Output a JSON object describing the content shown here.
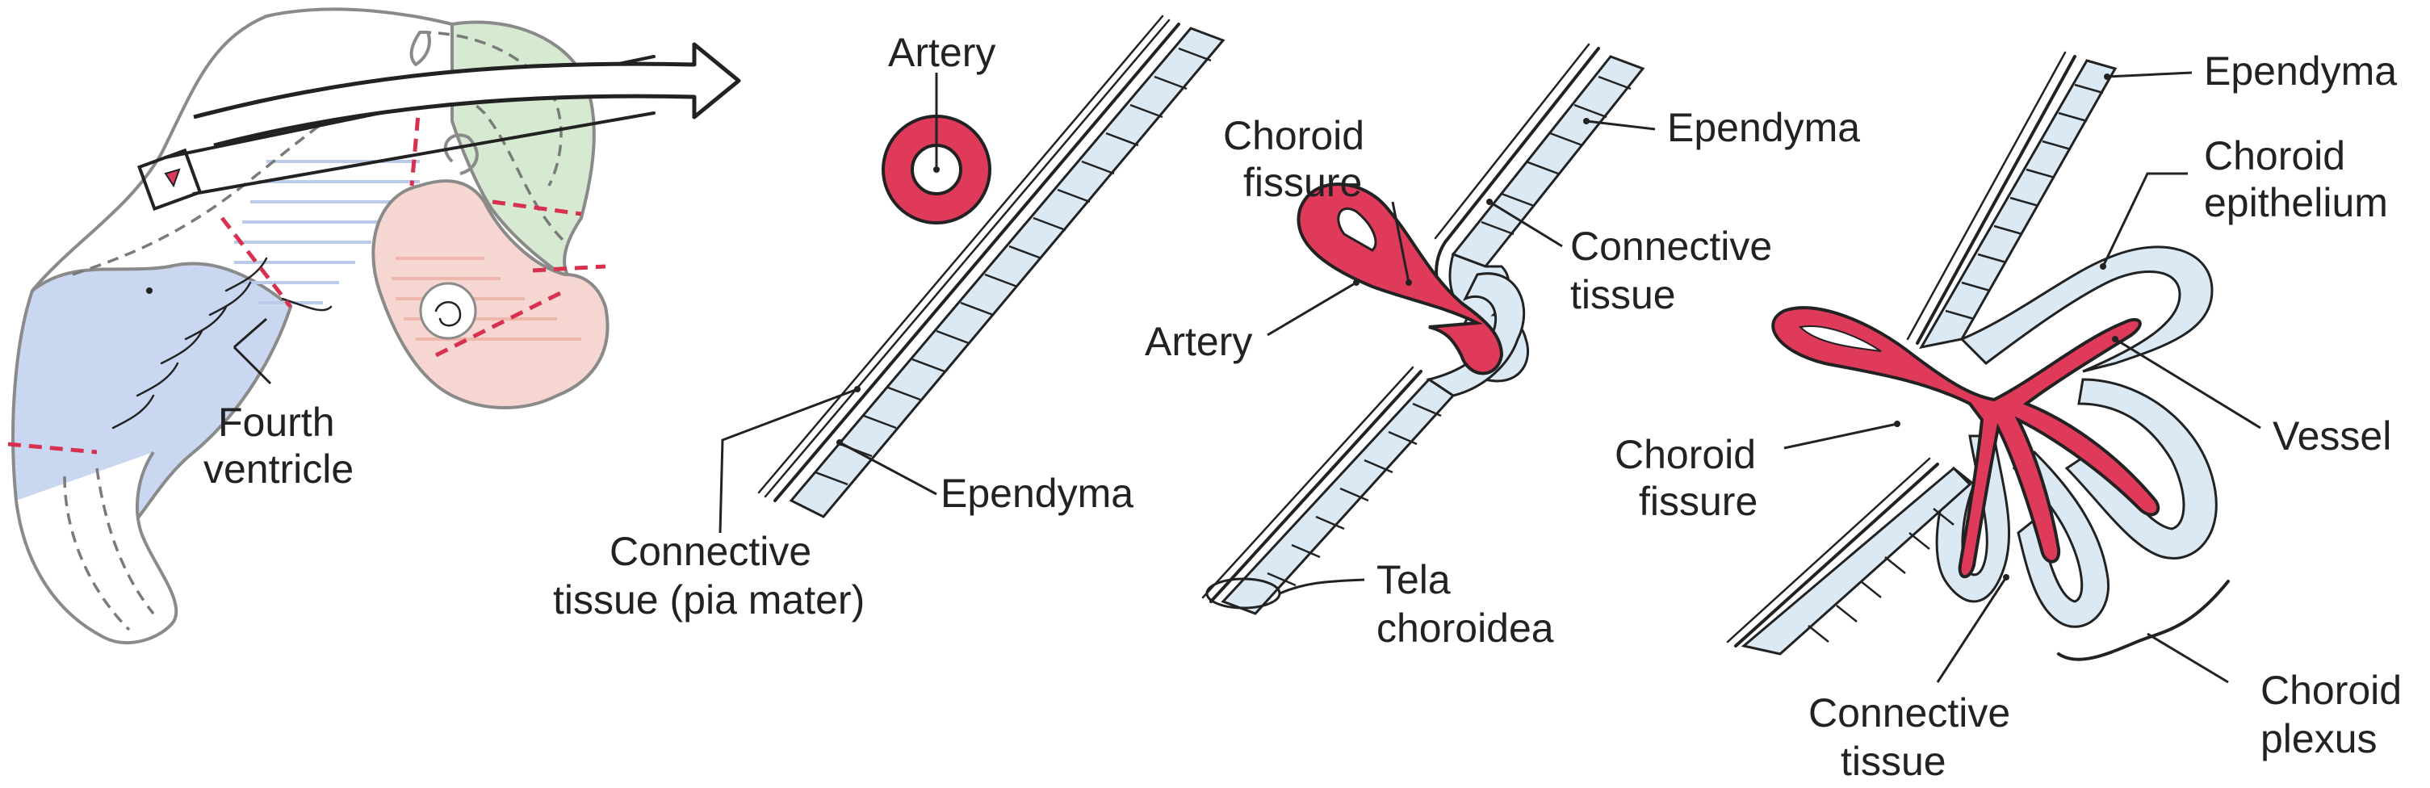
{
  "figure": {
    "colors": {
      "vessel": "#e03a5a",
      "ependyma": "#dbe9f4",
      "brain_blue": "#c9d8f0",
      "brain_green": "#d6ead2",
      "brain_pink": "#f6d6d0",
      "section_lines": "#d8314f"
    },
    "embryo": {
      "fourth_ventricle": "Fourth ventricle",
      "fourth_ventricle_line1": "Fourth",
      "fourth_ventricle_line2": "ventricle"
    },
    "stage1": {
      "artery": "Artery",
      "ependyma": "Ependyma",
      "connective_tissue_line1": "Connective",
      "connective_tissue_line2": "tissue (pia mater)"
    },
    "stage2": {
      "choroid_fissure_line1": "Choroid",
      "choroid_fissure_line2": "fissure",
      "ependyma": "Ependyma",
      "connective_tissue_line1": "Connective",
      "connective_tissue_line2": "tissue",
      "artery": "Artery",
      "tela_choroidea_line1": "Tela",
      "tela_choroidea_line2": "choroidea"
    },
    "stage3": {
      "ependyma": "Ependyma",
      "choroid_epithelium_line1": "Choroid",
      "choroid_epithelium_line2": "epithelium",
      "vessel": "Vessel",
      "choroid_fissure_line1": "Choroid",
      "choroid_fissure_line2": "fissure",
      "connective_tissue_line1": "Connective",
      "connective_tissue_line2": "tissue",
      "choroid_plexus_line1": "Choroid",
      "choroid_plexus_line2": "plexus"
    }
  }
}
